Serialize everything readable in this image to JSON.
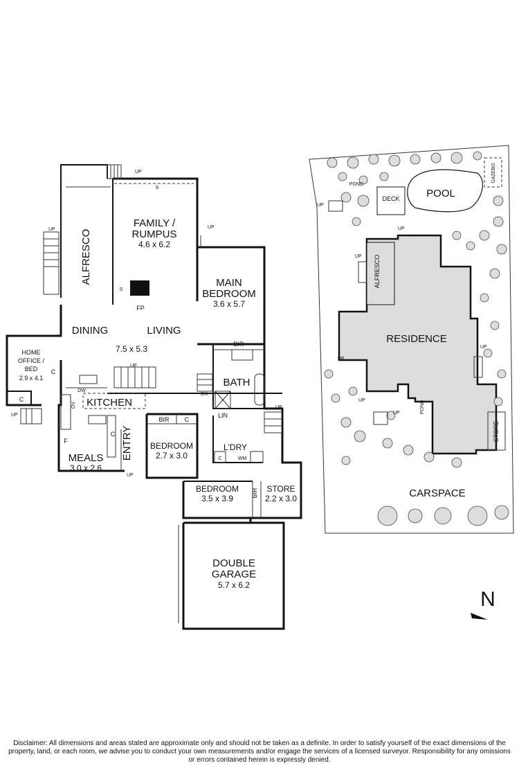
{
  "floor_plan": {
    "alfresco": "ALFRESCO",
    "family": {
      "name_line1": "FAMILY /",
      "name_line2": "RUMPUS",
      "dims": "4.6 x 6.2"
    },
    "main_bedroom": {
      "name_line1": "MAIN",
      "name_line2": "BEDROOM",
      "dims": "3.6 x 5.7"
    },
    "dining": "DINING",
    "living": "LIVING",
    "dining_living_dims": "7.5 x 5.3",
    "home_office": {
      "name_line1": "HOME",
      "name_line2": "OFFICE /",
      "name_line3": "BED",
      "dims": "2.9 x 4.1"
    },
    "kitchen": "KITCHEN",
    "meals": {
      "name": "MEALS",
      "dims": "3.0 x 2.6"
    },
    "entry": "ENTRY",
    "bedroom_small": {
      "name": "BEDROOM",
      "dims": "2.7 x 3.0"
    },
    "bath": "BATH",
    "bir": "BIR",
    "lin": "LIN",
    "laundry": "L'DRY",
    "wm": "WM",
    "bedroom_large": {
      "name": "BEDROOM",
      "dims": "3.5 x 3.9"
    },
    "store": {
      "name": "STORE",
      "dims": "2.2 x 3.0"
    },
    "garage": {
      "name_line1": "DOUBLE",
      "name_line2": "GARAGE",
      "dims": "5.7 x 6.2"
    },
    "fp": "FP",
    "s": "S",
    "c": "C",
    "f": "F",
    "dw": "DW",
    "ov": "OV",
    "up": "UP",
    "dn": "DN"
  },
  "site_plan": {
    "residence": "RESIDENCE",
    "pool": "POOL",
    "deck": "DECK",
    "gazebo": "GAZEBO",
    "alfresco": "ALFRESCO",
    "pond": "POND",
    "store": "STORE",
    "carspace": "CARSPACE",
    "up": "UP"
  },
  "compass": "N",
  "disclaimer": "Disclaimer: All dimensions and areas stated are approximate only and should not be taken as a definite. In order to satisfy yourself of the exact dimensions of the property, land, or each room, we advise you to conduct your own measurements and/or engage the services of a licensed surveyor. Responsibility for any omissions or errors contained herein is expressly denied."
}
